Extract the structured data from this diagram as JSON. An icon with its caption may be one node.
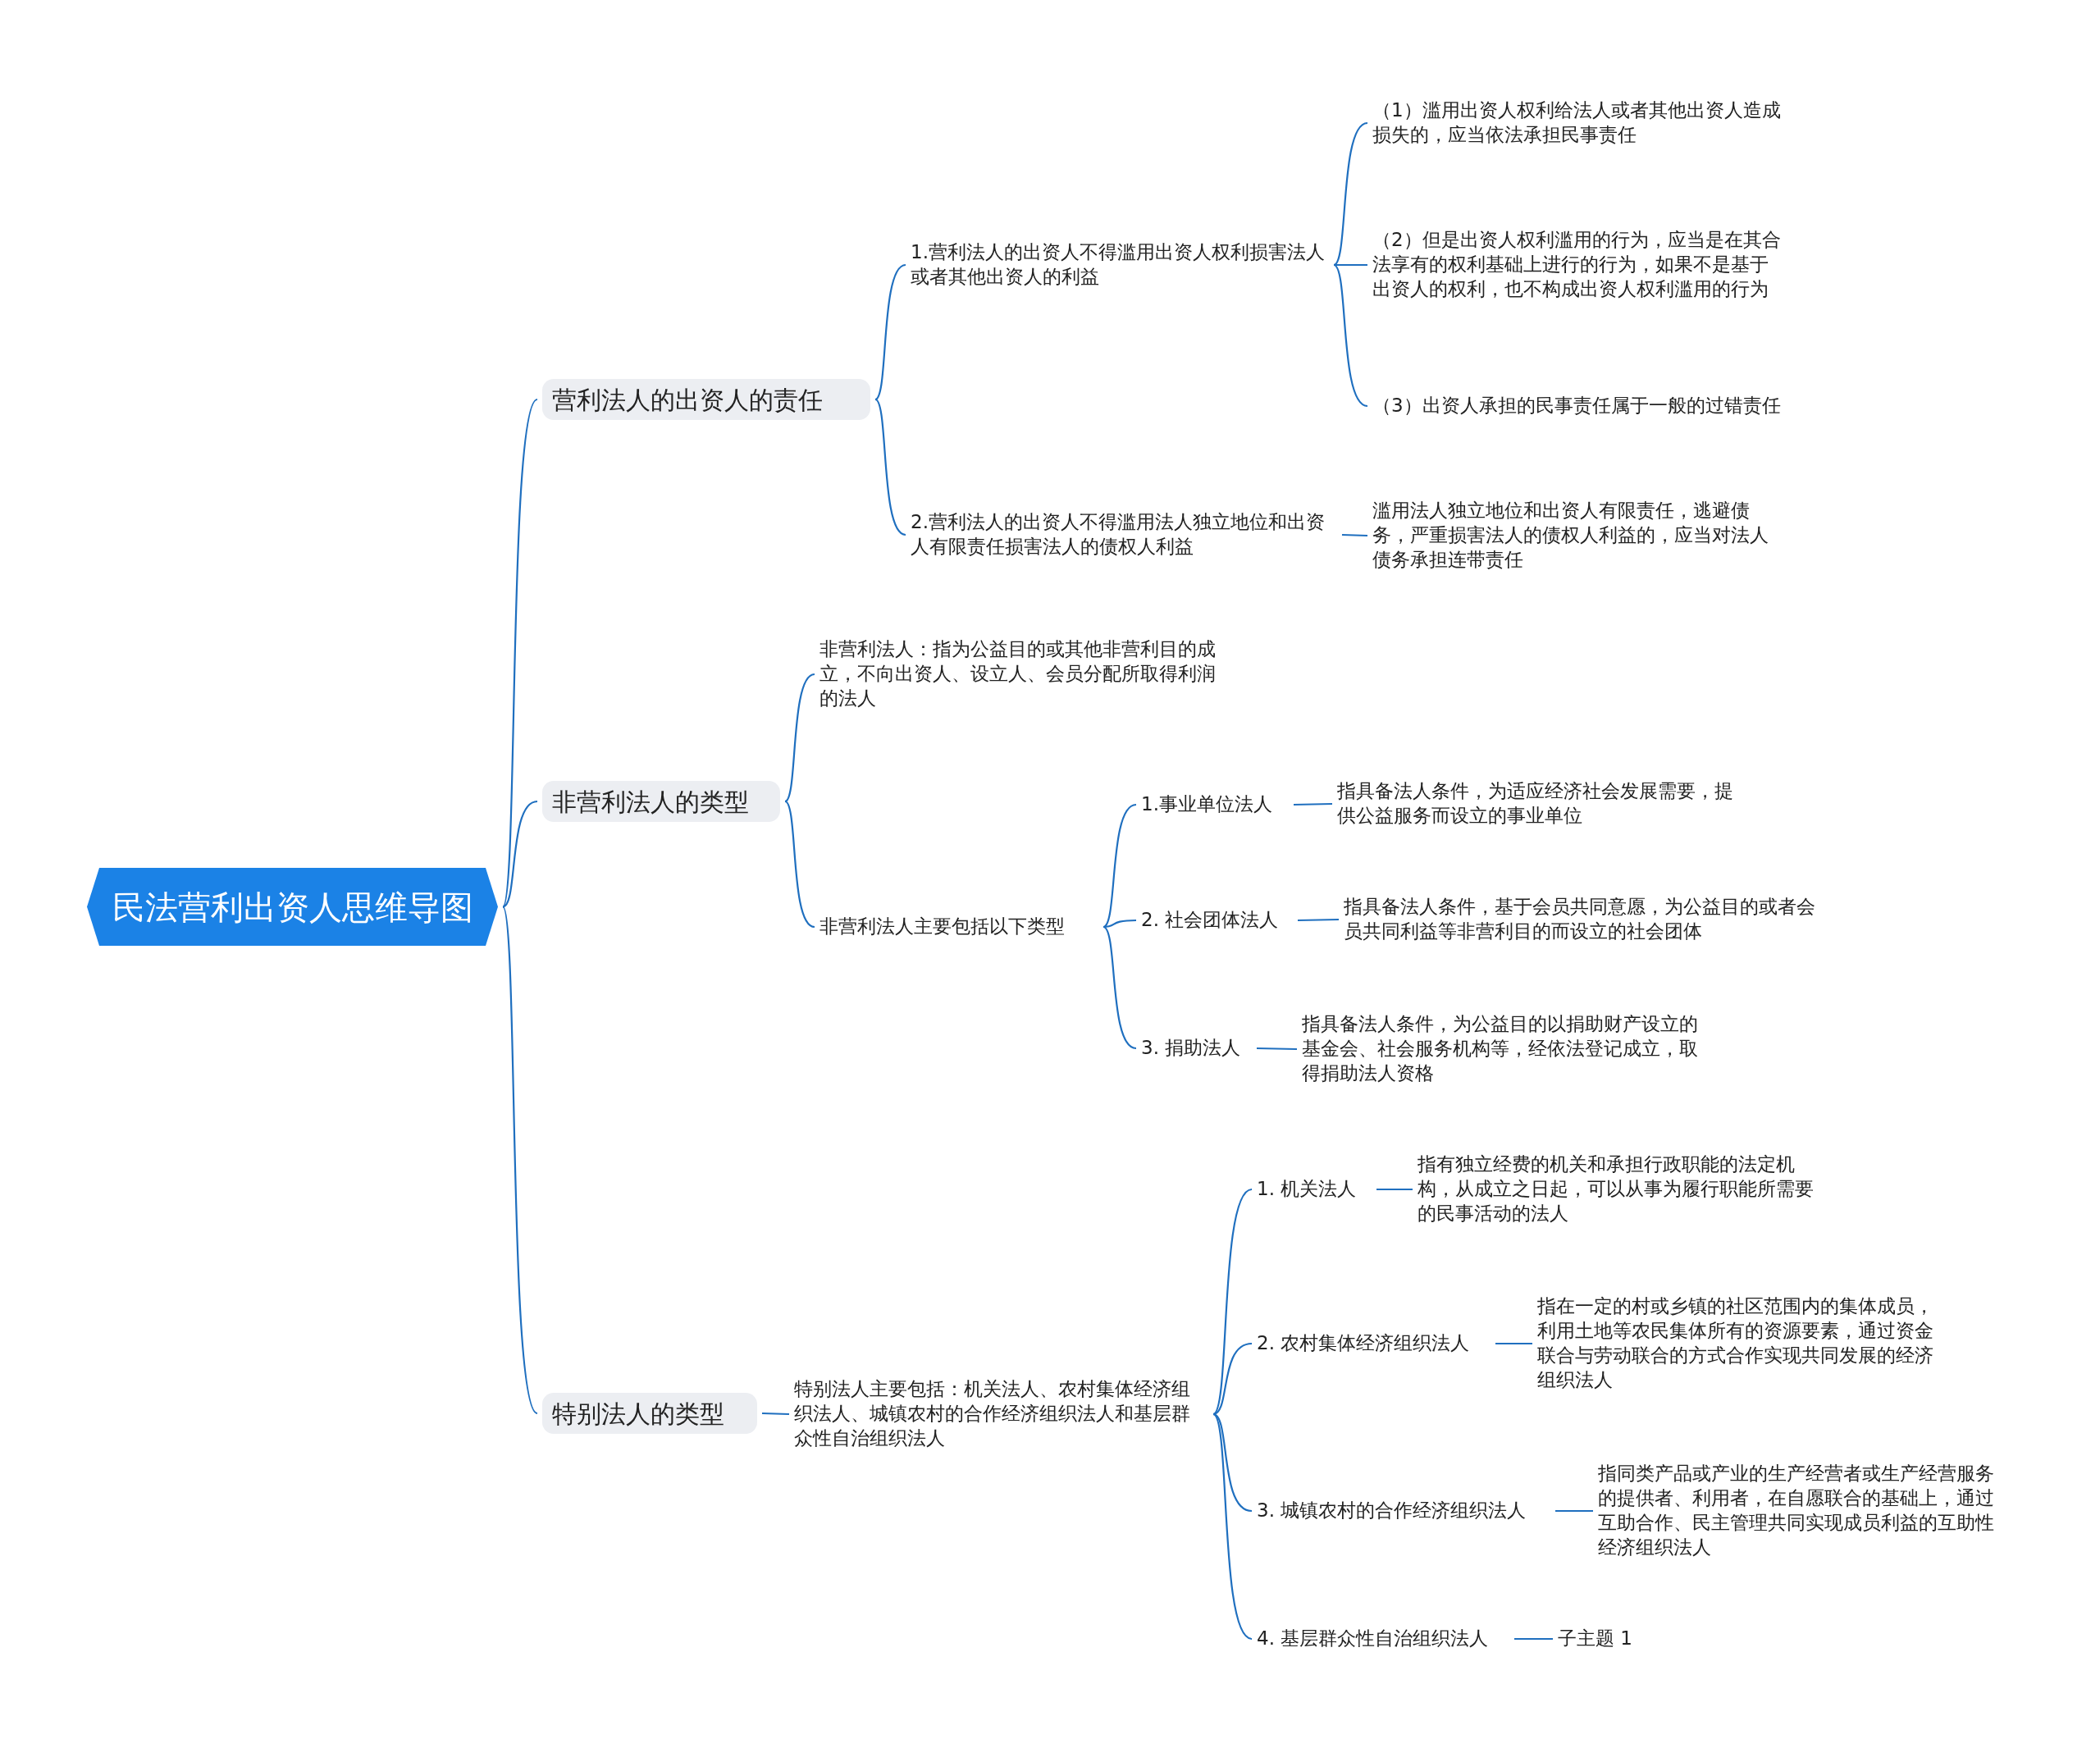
{
  "diagram": {
    "nodes": [
      {
        "text": [
          "民法营利出资人思维导图"
        ]
      },
      {
        "text": [
          "营利法人的出资人的责任"
        ]
      },
      {
        "text": [
          "1.营利法人的出资人不得滥用出资人权利损害法人或者其他出资人的利益"
        ]
      },
      {
        "text": [
          "（1）滥用出资人权利给法人或者其他出资人造成损失的，应当依法承担民事责任"
        ]
      },
      {
        "text": [
          "（2）但是出资人权利滥用的行为，应当是在其合法享有的权利基础上进行的行为，如果不是基于出资人的权利，也不构成出资人权利滥用的行为"
        ]
      },
      {
        "text": [
          "（3）出资人承担的民事责任属于一般的过错责任"
        ]
      },
      {
        "text": [
          "2.营利法人的出资人不得滥用法人独立地位和出资人有限责任损害法人的债权人利益"
        ]
      },
      {
        "text": [
          "滥用法人独立地位和出资人有限责任，逃避债务，严重损害法人的债权人利益的，应当对法人债务承担连带责任"
        ]
      },
      {
        "text": [
          "非营利法人的类型"
        ]
      },
      {
        "text": [
          "非营利法人：指为公益目的或其他非营利目的成立，不向出资人、设立人、会员分配所取得利润的法人"
        ]
      },
      {
        "text": [
          "非营利法人主要包括以下类型"
        ]
      },
      {
        "text": [
          "1.事业单位法人"
        ]
      },
      {
        "text": [
          "指具备法人条件，为适应经济社会发展需要，提供公益服务而设立的事业单位"
        ]
      },
      {
        "text": [
          "2. 社会团体法人"
        ]
      },
      {
        "text": [
          "指具备法人条件，基于会员共同意愿，为公益目的或者会员共同利益等非营利目的而设立的社会团体"
        ]
      },
      {
        "text": [
          "3. 捐助法人"
        ]
      },
      {
        "text": [
          "指具备法人条件，为公益目的以捐助财产设立的基金会、社会服务机构等，经依法登记成立，取得捐助法人资格"
        ]
      },
      {
        "text": [
          "特别法人的类型"
        ]
      },
      {
        "text": [
          "特别法人主要包括：机关法人、农村集体经济组织法人、城镇农村的合作经济组织法人和基层群众性自治组织法人"
        ]
      },
      {
        "text": [
          "1. 机关法人"
        ]
      },
      {
        "text": [
          "指有独立经费的机关和承担行政职能的法定机构，从成立之日起，可以从事为履行职能所需要的民事活动的法人"
        ]
      },
      {
        "text": [
          "2. 农村集体经济组织法人"
        ]
      },
      {
        "text": [
          "指在一定的村或乡镇的社区范围内的集体成员，利用土地等农民集体所有的资源要素，通过资金联合与劳动联合的方式合作实现共同发展的经济组织法人"
        ]
      },
      {
        "text": [
          "3. 城镇农村的合作经济组织法人"
        ]
      },
      {
        "text": [
          "指同类产品或产业的生产经营者或生产经营服务的提供者、利用者，在自愿联合的基础上，通过互助合作、民主管理共同实现成员利益的互助性经济组织法人"
        ]
      },
      {
        "text": [
          "4. 基层群众性自治组织法人"
        ]
      },
      {
        "text": [
          "子主题 1"
        ]
      }
    ],
    "edges": [
      {
        "from": 0,
        "to": 1,
        "arrow": "none"
      },
      {
        "from": 1,
        "to": 2,
        "arrow": "none"
      },
      {
        "from": 2,
        "to": 3,
        "arrow": "none"
      },
      {
        "from": 2,
        "to": 4,
        "arrow": "none"
      },
      {
        "from": 2,
        "to": 5,
        "arrow": "none"
      },
      {
        "from": 1,
        "to": 6,
        "arrow": "none"
      },
      {
        "from": 6,
        "to": 7,
        "arrow": "none"
      },
      {
        "from": 0,
        "to": 8,
        "arrow": "none"
      },
      {
        "from": 8,
        "to": 9,
        "arrow": "none"
      },
      {
        "from": 8,
        "to": 10,
        "arrow": "none"
      },
      {
        "from": 10,
        "to": 11,
        "arrow": "none"
      },
      {
        "from": 11,
        "to": 12,
        "arrow": "none"
      },
      {
        "from": 10,
        "to": 13,
        "arrow": "none"
      },
      {
        "from": 13,
        "to": 14,
        "arrow": "none"
      },
      {
        "from": 10,
        "to": 15,
        "arrow": "none"
      },
      {
        "from": 15,
        "to": 16,
        "arrow": "none"
      },
      {
        "from": 0,
        "to": 17,
        "arrow": "none"
      },
      {
        "from": 17,
        "to": 18,
        "arrow": "none"
      },
      {
        "from": 18,
        "to": 19,
        "arrow": "none"
      },
      {
        "from": 19,
        "to": 20,
        "arrow": "none"
      },
      {
        "from": 18,
        "to": 21,
        "arrow": "none"
      },
      {
        "from": 21,
        "to": 22,
        "arrow": "none"
      },
      {
        "from": 18,
        "to": 23,
        "arrow": "none"
      },
      {
        "from": 23,
        "to": 24,
        "arrow": "none"
      },
      {
        "from": 18,
        "to": 25,
        "arrow": "none"
      },
      {
        "from": 25,
        "to": 26,
        "arrow": "none"
      }
    ]
  }
}
